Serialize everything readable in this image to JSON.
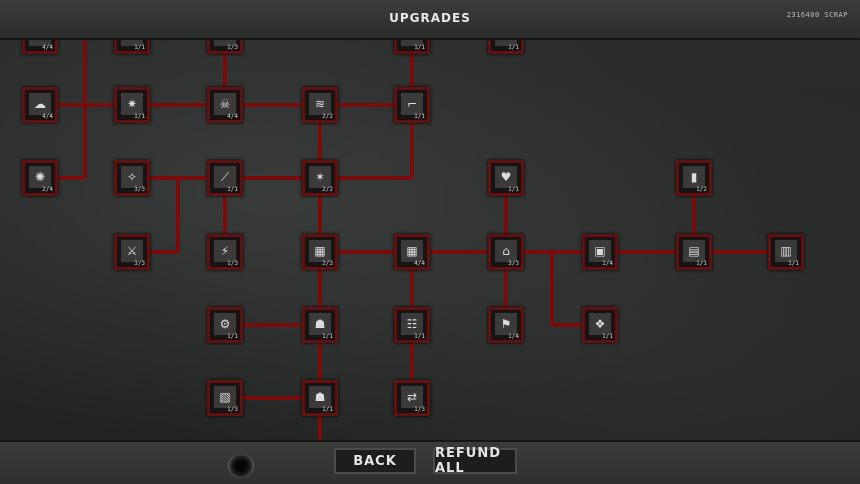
{
  "header": {
    "title": "UPGRADES",
    "scrap": "2316400 SCRAP"
  },
  "footer": {
    "back_label": "BACK",
    "refund_label": "REFUND ALL"
  },
  "colors": {
    "node_border": "#5a1414",
    "link": "#7a0c0c"
  },
  "nodes": [
    {
      "id": "n1",
      "icon": "cloud-icon",
      "glyph": "☁",
      "level": "4/4"
    },
    {
      "id": "n2",
      "icon": "burst-icon",
      "glyph": "✷",
      "level": "1/1"
    },
    {
      "id": "n3",
      "icon": "skull-icon",
      "glyph": "☠",
      "level": "4/4"
    },
    {
      "id": "n4",
      "icon": "claw-slash-icon",
      "glyph": "≋",
      "level": "2/2"
    },
    {
      "id": "n5",
      "icon": "gun-icon",
      "glyph": "⌐",
      "level": "1/1"
    },
    {
      "id": "n6",
      "icon": "explosion-icon",
      "glyph": "✺",
      "level": "2/4"
    },
    {
      "id": "n7",
      "icon": "spark-icon",
      "glyph": "✧",
      "level": "3/3"
    },
    {
      "id": "n8",
      "icon": "blade-icon",
      "glyph": "⟋",
      "level": "1/1"
    },
    {
      "id": "n9",
      "icon": "impact-icon",
      "glyph": "✶",
      "level": "2/2"
    },
    {
      "id": "n10",
      "icon": "heart-icon",
      "glyph": "♥",
      "level": "1/1"
    },
    {
      "id": "n11",
      "icon": "ammo-icon",
      "glyph": "▮",
      "level": "1/2"
    },
    {
      "id": "n12",
      "icon": "slash-icon",
      "glyph": "⚔",
      "level": "3/3"
    },
    {
      "id": "n13",
      "icon": "lightning-icon",
      "glyph": "⚡",
      "level": "1/3"
    },
    {
      "id": "n14",
      "icon": "brick-wall-icon",
      "glyph": "▦",
      "level": "2/3"
    },
    {
      "id": "n15",
      "icon": "brick-wall-plus-icon",
      "glyph": "▦",
      "level": "4/4"
    },
    {
      "id": "n16",
      "icon": "barricade-icon",
      "glyph": "⌂",
      "level": "3/3"
    },
    {
      "id": "n17",
      "icon": "fuel-plus-icon",
      "glyph": "▣",
      "level": "1/4"
    },
    {
      "id": "n18",
      "icon": "fuel-refill-icon",
      "glyph": "▤",
      "level": "1/1"
    },
    {
      "id": "n19",
      "icon": "fuel-pump-icon",
      "glyph": "▥",
      "level": "1/1"
    },
    {
      "id": "n20",
      "icon": "gears-icon",
      "glyph": "⚙",
      "level": "1/1"
    },
    {
      "id": "n21",
      "icon": "squad-icon",
      "glyph": "☗",
      "level": "1/1"
    },
    {
      "id": "n22",
      "icon": "group-icon",
      "glyph": "☷",
      "level": "1/1"
    },
    {
      "id": "n23",
      "icon": "beacon-icon",
      "glyph": "⚑",
      "level": "1/4"
    },
    {
      "id": "n24",
      "icon": "cash-icon",
      "glyph": "❖",
      "level": "1/1"
    },
    {
      "id": "n25",
      "icon": "crate-icon",
      "glyph": "▧",
      "level": "1/3"
    },
    {
      "id": "n26",
      "icon": "trade-icon",
      "glyph": "⇄",
      "level": "1/3"
    },
    {
      "id": "n27",
      "icon": "team-icon",
      "glyph": "☗",
      "level": "1/1"
    },
    {
      "id": "t1",
      "icon": "upgrade-icon",
      "glyph": "",
      "level": "4/4"
    },
    {
      "id": "t2",
      "icon": "upgrade-icon",
      "glyph": "",
      "level": "1/1"
    },
    {
      "id": "t3",
      "icon": "upgrade-icon",
      "glyph": "",
      "level": "1/3"
    },
    {
      "id": "t4",
      "icon": "upgrade-icon",
      "glyph": "",
      "level": "1/1"
    },
    {
      "id": "t5",
      "icon": "upgrade-icon",
      "glyph": "",
      "level": "1/1"
    }
  ]
}
